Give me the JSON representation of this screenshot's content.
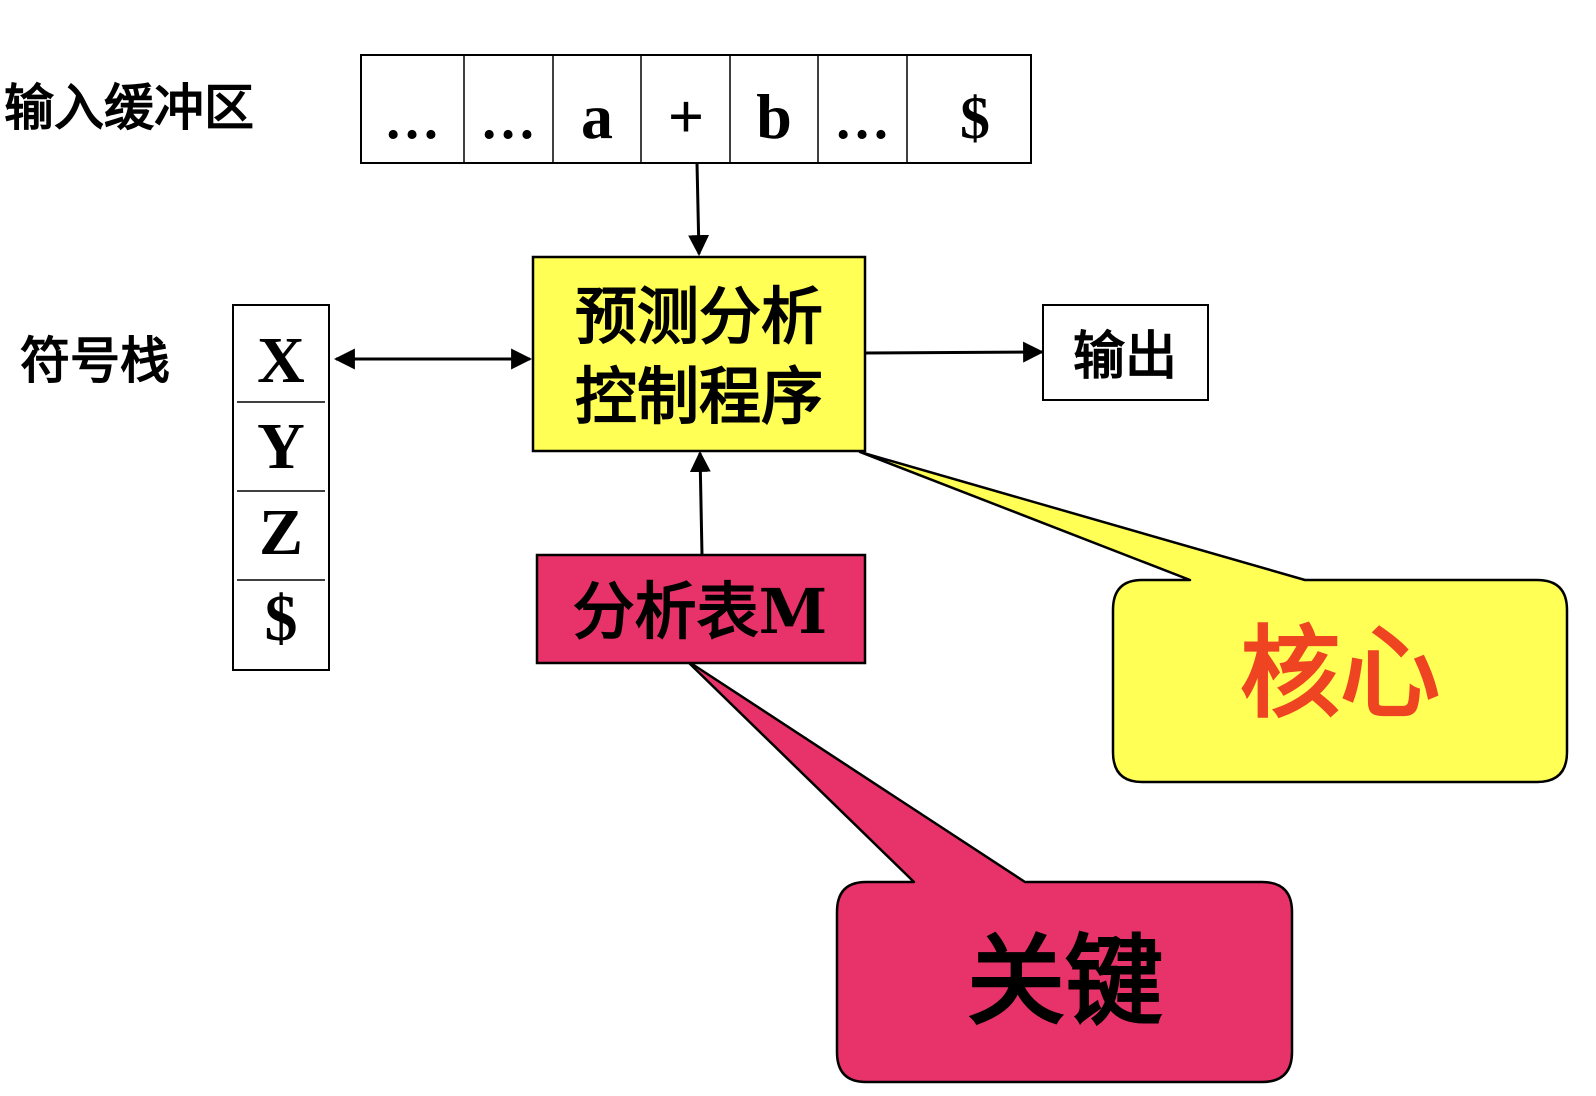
{
  "labels": {
    "input_buffer": "输入缓冲区",
    "symbol_stack": "符号栈"
  },
  "input_buffer": {
    "cells": [
      "…",
      "…",
      "a",
      "+",
      "b",
      "…",
      "$"
    ]
  },
  "symbol_stack": {
    "cells": [
      "X",
      "Y",
      "Z",
      "$"
    ]
  },
  "control_program": {
    "line1": "预测分析",
    "line2": "控制程序",
    "fill": "#ffff55"
  },
  "output_box": {
    "label": "输出"
  },
  "parse_table": {
    "label": "分析表M",
    "fill": "#e8336a"
  },
  "callouts": {
    "core": {
      "text": "核心",
      "fill": "#ffff55",
      "text_color": "#ee4422"
    },
    "key": {
      "text": "关键",
      "fill": "#e8336a",
      "text_color": "#000000"
    }
  }
}
